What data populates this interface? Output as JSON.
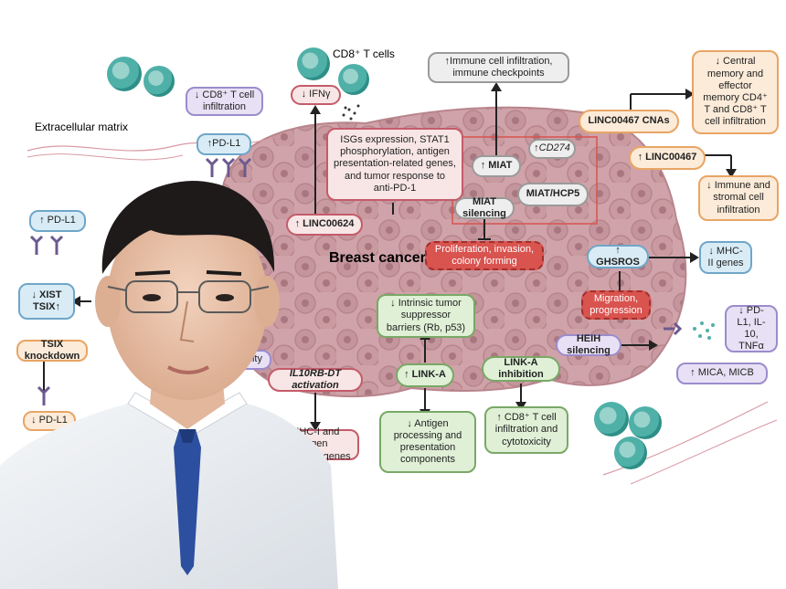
{
  "labels": {
    "cd8_cells": "CD8⁺ T cells",
    "ecm": "Extracellular matrix",
    "breast_cancer": "Breast cancer"
  },
  "nodes": {
    "cd8_infiltration_down": "↓ CD8⁺ T cell infiltration",
    "ifng_down": "↓ IFNγ",
    "pdl1_up_top": "↑PD-L1",
    "pdl1_up_left": "↑ PD-L1",
    "xist_tsix": "↓ XIST  TSIX↑",
    "tsix_knockdown": "TSIX knockdown",
    "pdl1_down_left": "↓ PD-L1",
    "bility": "bility",
    "isgs": "ISGs expression, STAT1 phosphorylation, antigen presentation-related genes, and tumor response to anti-PD-1",
    "linc00624": "↑ LINC00624",
    "il10rb": "IL10RB-DT activation",
    "mhc_i": "↓ MHC-I and antigen processing genes",
    "immune_checkpoints": "↑Immune cell infiltration, immune checkpoints",
    "miat_up": "↑ MIAT",
    "cd274": "↑CD274",
    "miat_silencing": "MIAT silencing",
    "miat_hcp5": "MIAT/HCP5",
    "proliferation": "Proliferation, invasion, colony forming",
    "intrinsic": "↓ Intrinsic tumor suppressor barriers (Rb, p53)",
    "link_a_up": "↑ LINK-A",
    "link_a_inhibition": "LINK-A inhibition",
    "antigen_processing": "↓ Antigen processing and presentation components",
    "cd8_cytotox": "↑ CD8⁺ T cell infiltration and cytotoxicity",
    "central_memory": "↓ Central memory and effector memory CD4⁺ T and CD8⁺ T cell infiltration",
    "linc00467_cnas": "LINC00467 CNAs",
    "linc00467_up": "↑ LINC00467",
    "immune_stromal": "↓ Immune and stromal cell infiltration",
    "ghsros": "↑ GHSROS",
    "mhc_ii": "↓ MHC-II genes",
    "migration": "Migration, progression",
    "heih": "HEIH silencing",
    "pdl1_il10": "↓ PD-L1, IL-10, TNFα",
    "mica": "↑ MICA, MICB"
  },
  "colors": {
    "tumor": "#c99aa0",
    "tumor_dark": "#b17f87",
    "immune_cell": "#4fb0a8"
  }
}
